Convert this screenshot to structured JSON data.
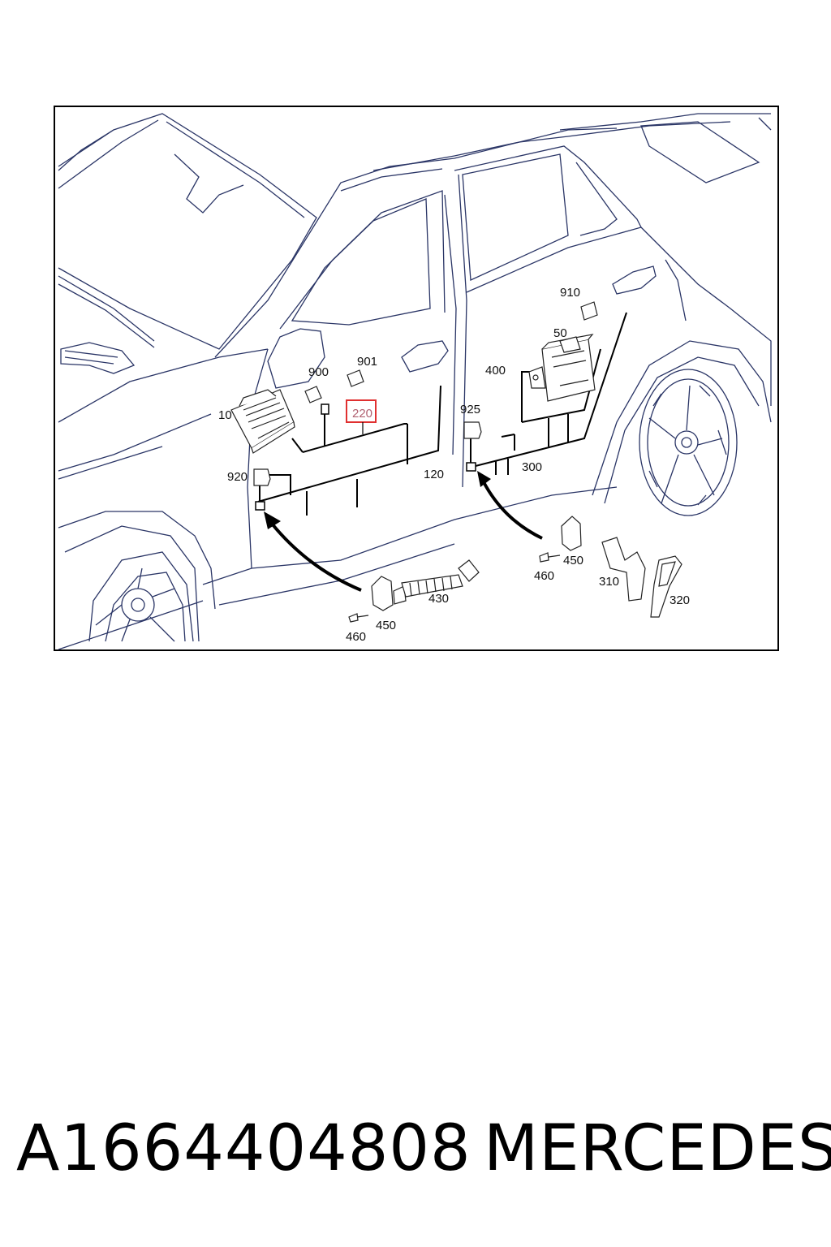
{
  "labels": {
    "l10": "10",
    "l50": "50",
    "l120": "120",
    "l220": "220",
    "l300": "300",
    "l310": "310",
    "l320": "320",
    "l400": "400",
    "l430": "430",
    "l450a": "450",
    "l450b": "450",
    "l460a": "460",
    "l460b": "460",
    "l900": "900",
    "l901": "901",
    "l910": "910",
    "l920": "920",
    "l925": "925"
  },
  "highlight_color": "#e03030",
  "caption": {
    "part_number": "A1664404808",
    "brand": "MERCEDES"
  }
}
